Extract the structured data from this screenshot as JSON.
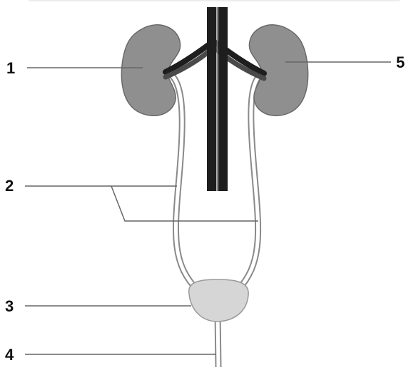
{
  "labels": {
    "label_1": "1",
    "label_2": "2",
    "label_3": "3",
    "label_4": "4",
    "label_5": "5"
  },
  "colors": {
    "kidney": "#8f8f8f",
    "bladder": "#d6d6d6",
    "vessel_dark": "#1e1e1e",
    "vessel_mid": "#4a4a4a",
    "ureter_outline": "#8a8a8a",
    "leader_line": "#666666"
  },
  "structures": [
    "kidney-left",
    "kidney-right",
    "ureter-left",
    "ureter-right",
    "bladder",
    "urethra",
    "aorta",
    "vena-cava",
    "renal-vessels"
  ]
}
